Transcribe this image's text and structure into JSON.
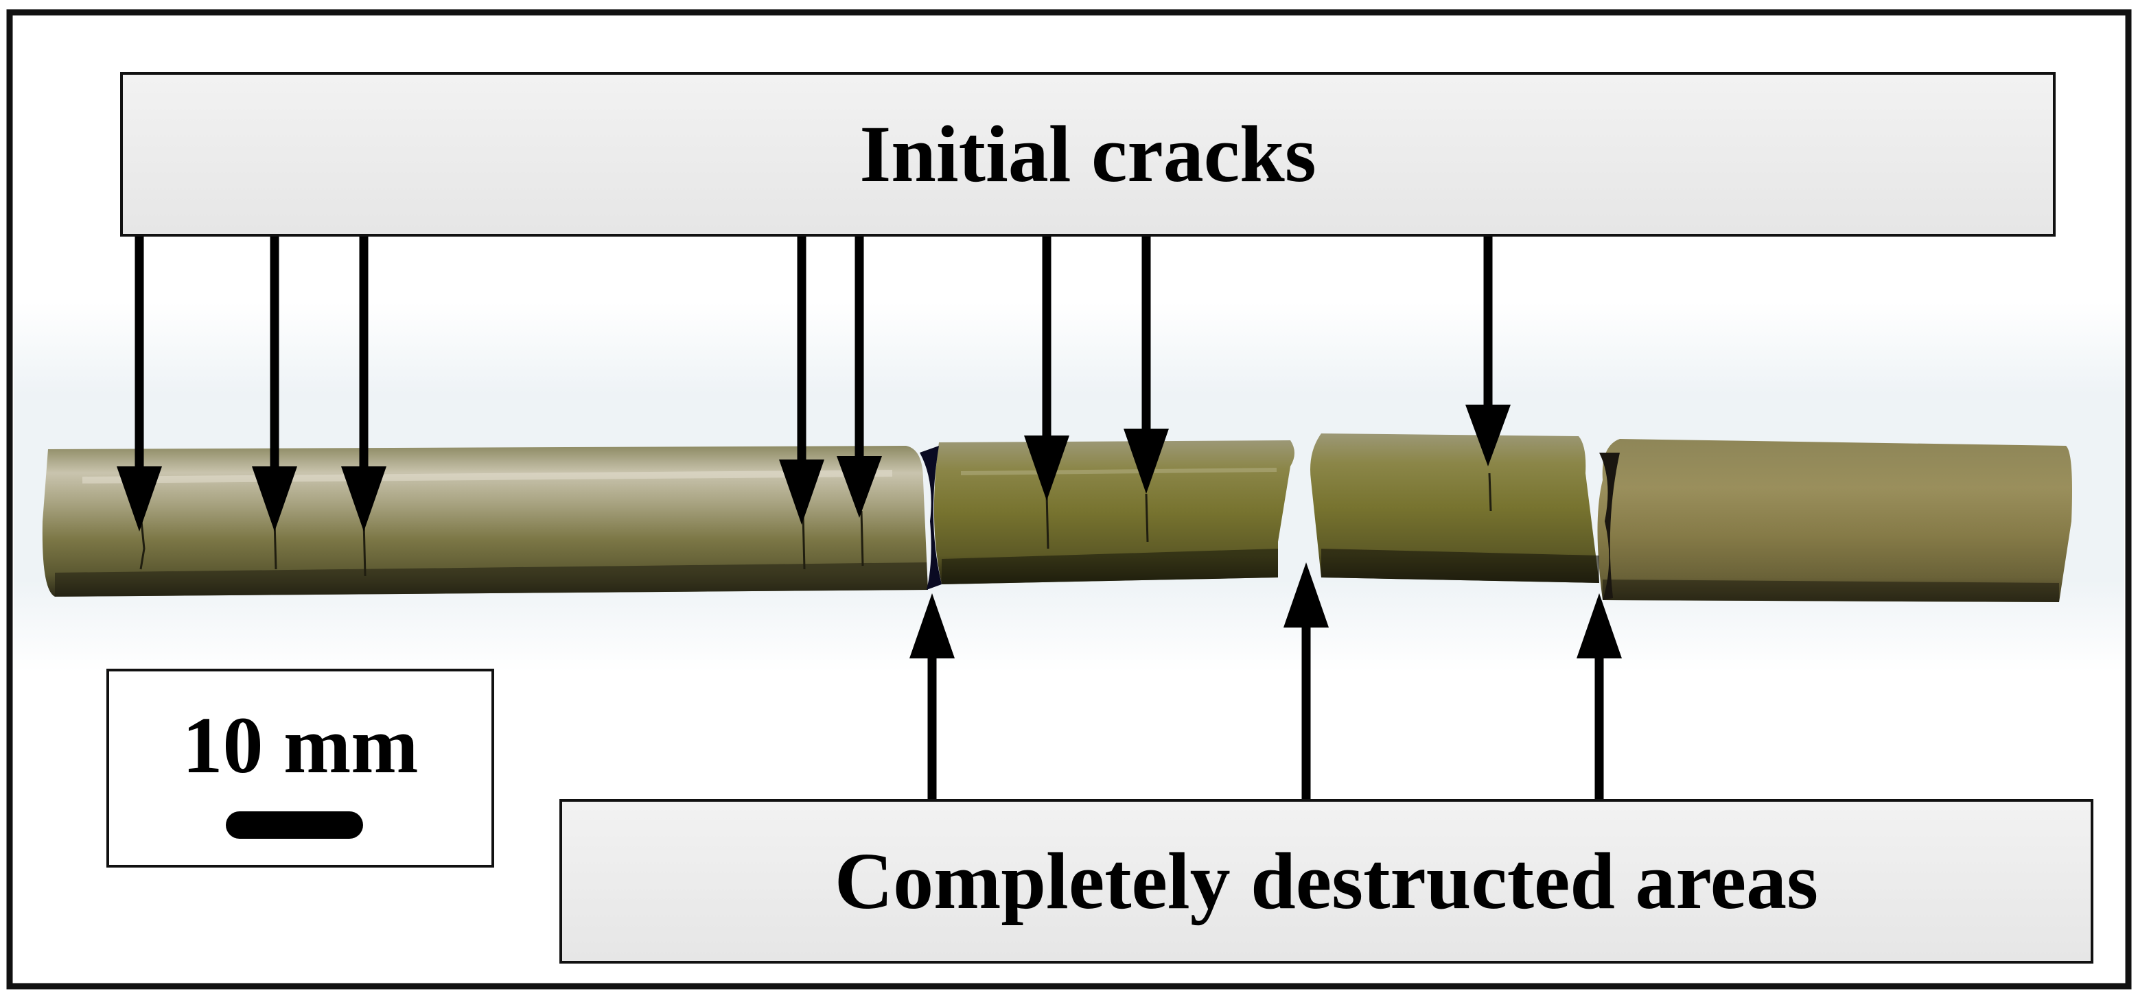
{
  "labels": {
    "initial_cracks": "Initial cracks",
    "destructed_areas": "Completely destructed areas"
  },
  "scale": {
    "text": "10 mm"
  },
  "icons": [
    "arrow-down-icon",
    "arrow-up-icon",
    "scale-bar-icon"
  ],
  "colors": {
    "frame": "#111111",
    "label_fill": "#ececec",
    "arrow": "#000000",
    "specimen_olive": "#7e7a45",
    "specimen_silver": "#a9a38a"
  }
}
